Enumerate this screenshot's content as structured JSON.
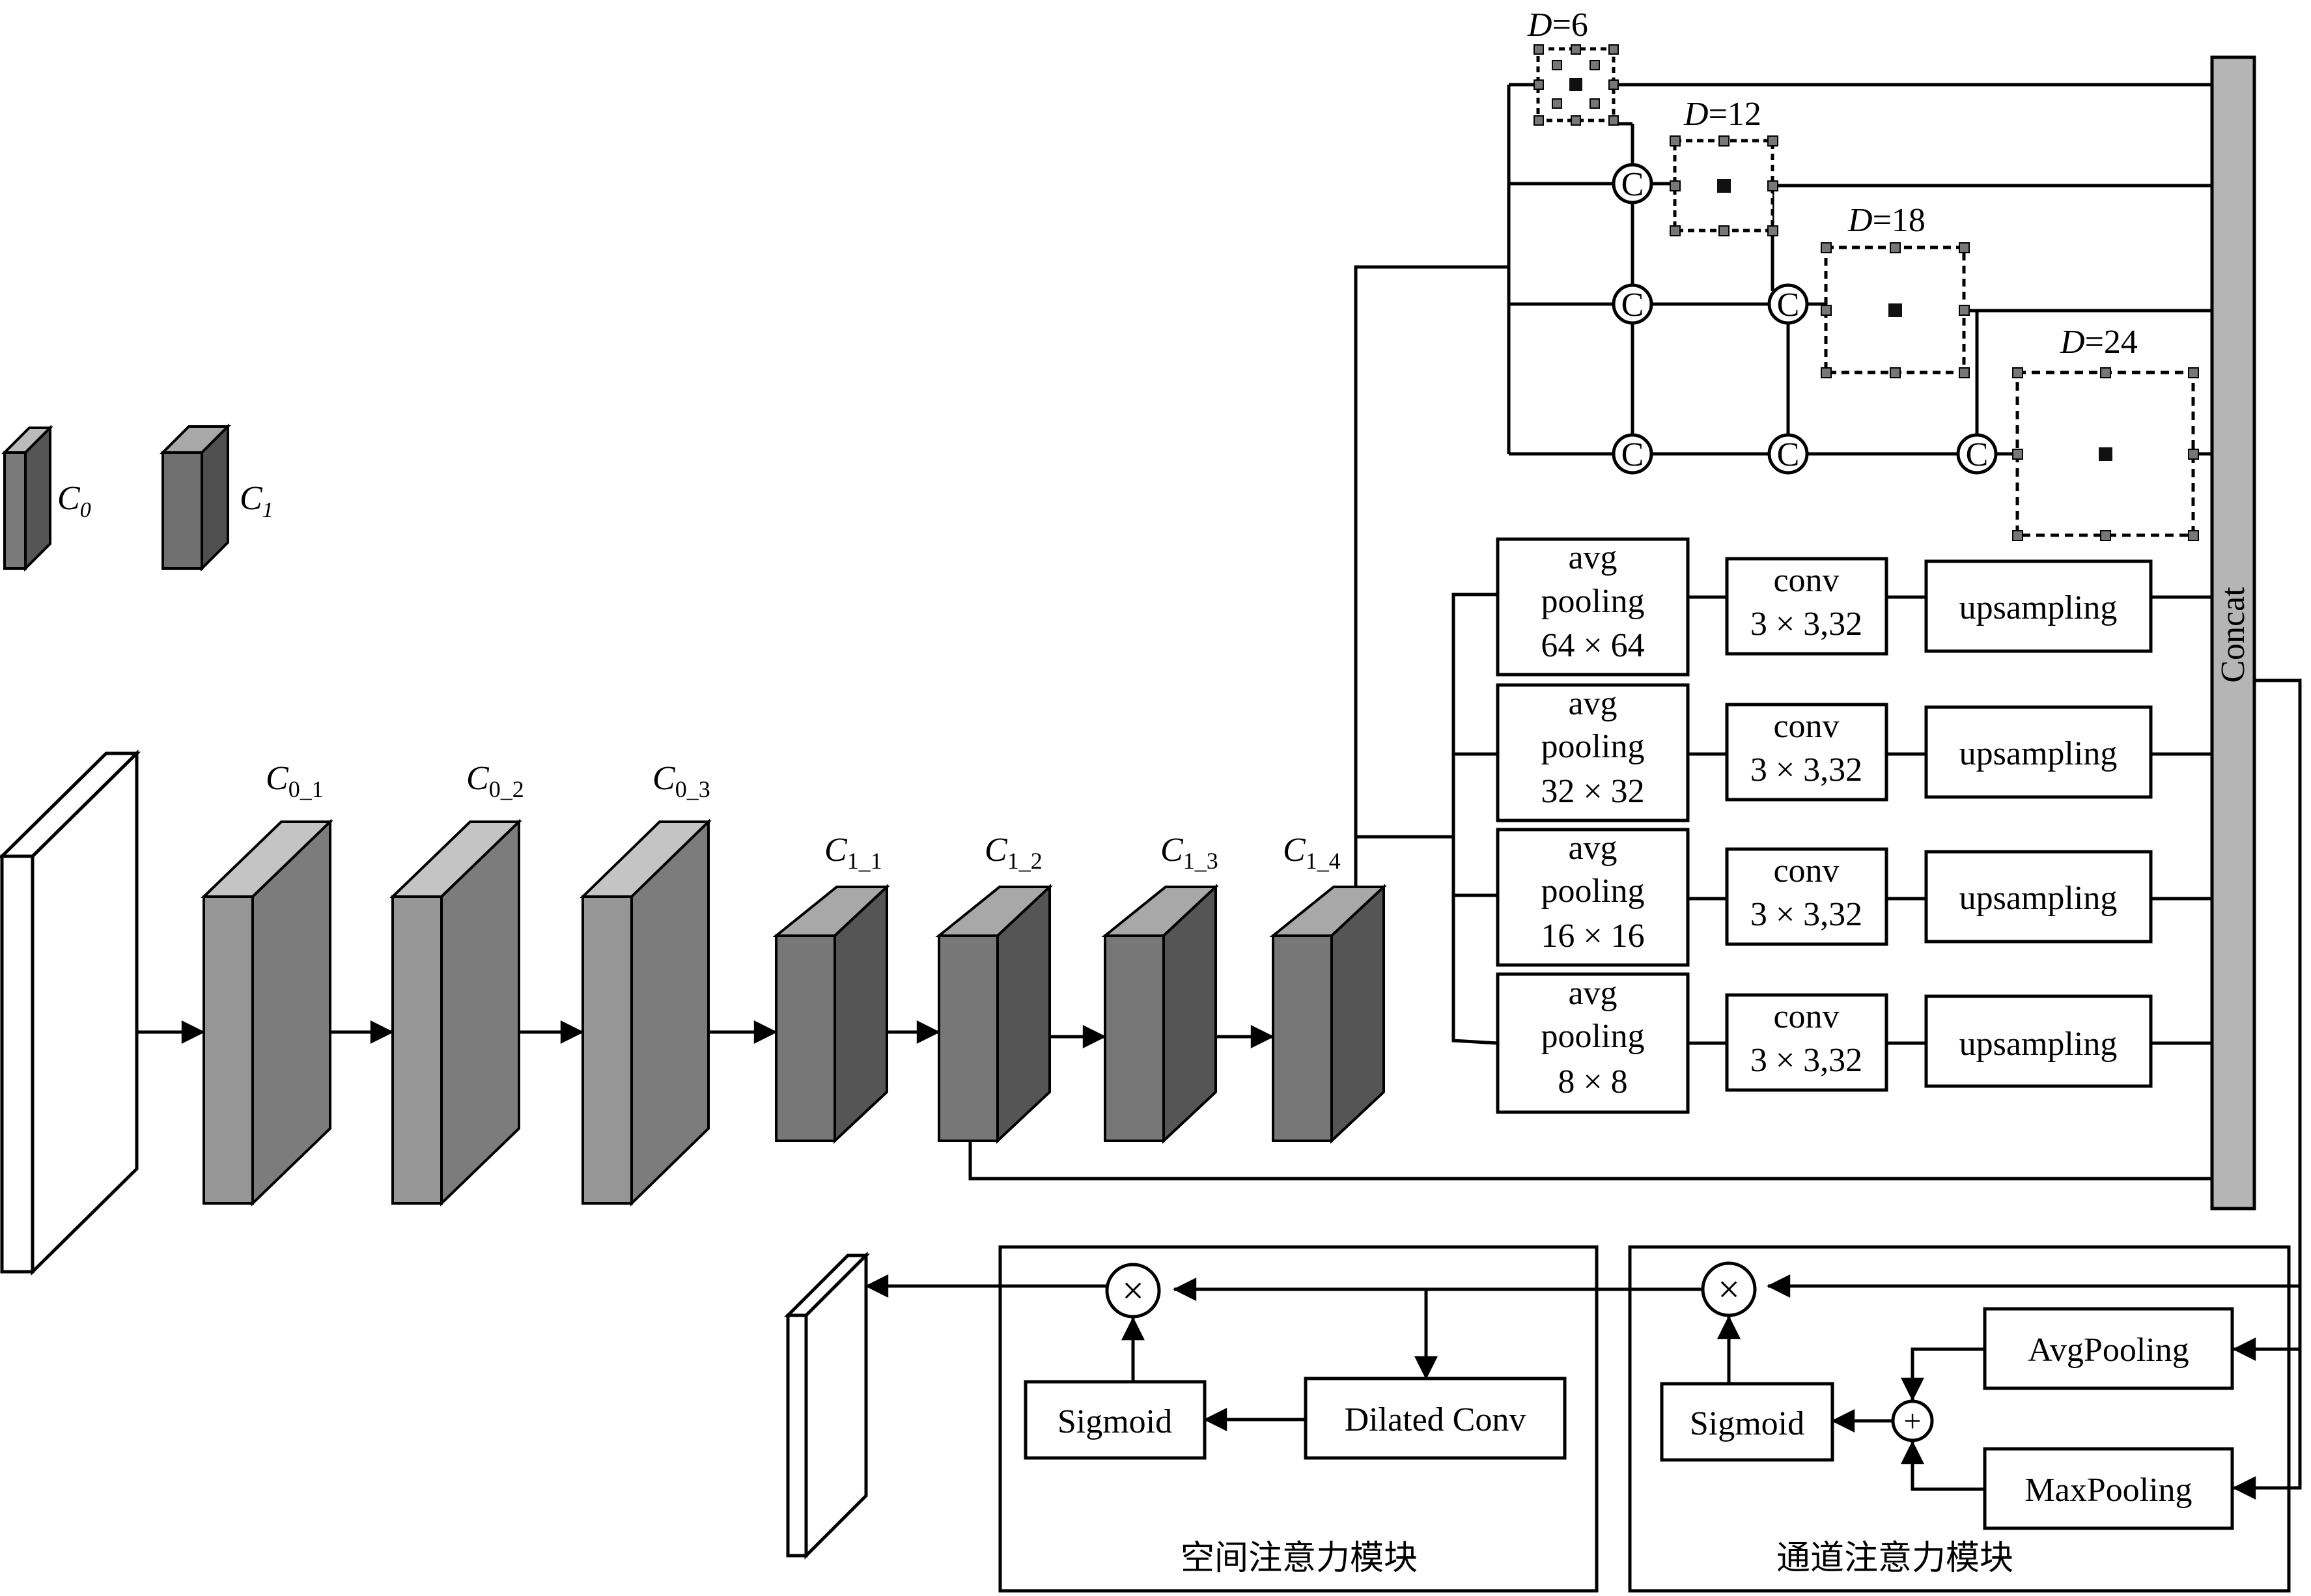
{
  "legend": {
    "c0": {
      "main": "C",
      "sub": "0"
    },
    "c1": {
      "main": "C",
      "sub": "1"
    }
  },
  "encoder_blocks": [
    {
      "main": "C",
      "sub": "0_1"
    },
    {
      "main": "C",
      "sub": "0_2"
    },
    {
      "main": "C",
      "sub": "0_3"
    },
    {
      "main": "C",
      "sub": "1_1"
    },
    {
      "main": "C",
      "sub": "1_2"
    },
    {
      "main": "C",
      "sub": "1_3"
    },
    {
      "main": "C",
      "sub": "1_4"
    }
  ],
  "dilated_branches": [
    {
      "prefix": "D",
      "value": "=6"
    },
    {
      "prefix": "D",
      "value": "=12"
    },
    {
      "prefix": "D",
      "value": "=18"
    },
    {
      "prefix": "D",
      "value": "=24"
    }
  ],
  "concat_node_symbol": "C",
  "pooling_branches": [
    {
      "line1": "avg",
      "line2": "pooling",
      "line3": "64 × 64",
      "conv1": "conv",
      "conv2": "3 × 3,32",
      "up": "upsampling"
    },
    {
      "line1": "avg",
      "line2": "pooling",
      "line3": "32 × 32",
      "conv1": "conv",
      "conv2": "3 × 3,32",
      "up": "upsampling"
    },
    {
      "line1": "avg",
      "line2": "pooling",
      "line3": "16 × 16",
      "conv1": "conv",
      "conv2": "3 × 3,32",
      "up": "upsampling"
    },
    {
      "line1": "avg",
      "line2": "pooling",
      "line3": "8 × 8",
      "conv1": "conv",
      "conv2": "3 × 3,32",
      "up": "upsampling"
    }
  ],
  "concat_label": "Concat",
  "spatial_module": {
    "title": "空间注意力模块",
    "sigmoid": "Sigmoid",
    "dilated_conv": "Dilated Conv",
    "multiply": "×"
  },
  "channel_module": {
    "title": "通道注意力模块",
    "sigmoid": "Sigmoid",
    "avg_pooling": "AvgPooling",
    "max_pooling": "MaxPooling",
    "multiply": "×",
    "add": "+"
  }
}
